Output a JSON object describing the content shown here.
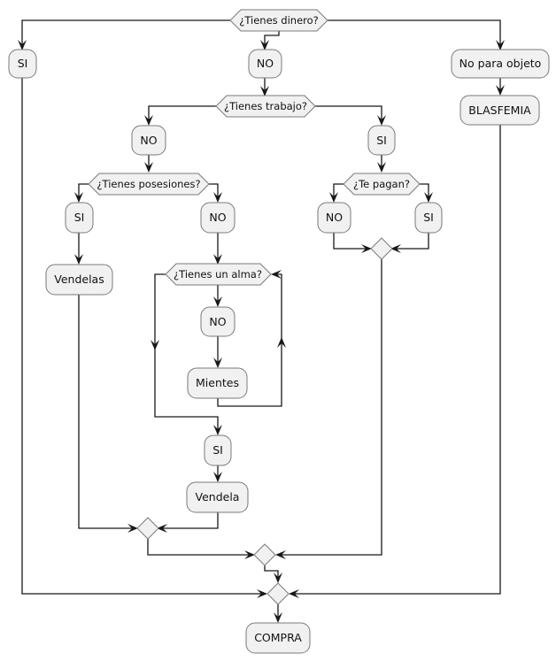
{
  "diagram": {
    "type": "activity-flowchart",
    "nodes": {
      "q_dinero": "¿Tienes dinero?",
      "dinero_si": "SI",
      "dinero_no": "NO",
      "dinero_otro": "No para objeto",
      "blasfemia": "BLASFEMIA",
      "q_trabajo": "¿Tienes trabajo?",
      "trabajo_no": "NO",
      "trabajo_si": "SI",
      "q_pagan": "¿Te pagan?",
      "pagan_no": "NO",
      "pagan_si": "SI",
      "q_posesiones": "¿Tienes posesiones?",
      "posesiones_si": "SI",
      "posesiones_no": "NO",
      "vendelas": "Vendelas",
      "q_alma": "¿Tienes un alma?",
      "alma_no": "NO",
      "mientes": "Mientes",
      "alma_si": "SI",
      "vendela": "Vendela",
      "compra": "COMPRA"
    },
    "edges": [
      [
        "q_dinero",
        "dinero_si"
      ],
      [
        "q_dinero",
        "dinero_no"
      ],
      [
        "q_dinero",
        "dinero_otro"
      ],
      [
        "dinero_otro",
        "blasfemia"
      ],
      [
        "dinero_no",
        "q_trabajo"
      ],
      [
        "q_trabajo",
        "trabajo_no"
      ],
      [
        "q_trabajo",
        "trabajo_si"
      ],
      [
        "trabajo_si",
        "q_pagan"
      ],
      [
        "q_pagan",
        "pagan_no"
      ],
      [
        "q_pagan",
        "pagan_si"
      ],
      [
        "pagan_no",
        "merge_pagan"
      ],
      [
        "pagan_si",
        "merge_pagan"
      ],
      [
        "trabajo_no",
        "q_posesiones"
      ],
      [
        "q_posesiones",
        "posesiones_si"
      ],
      [
        "q_posesiones",
        "posesiones_no"
      ],
      [
        "posesiones_si",
        "vendelas"
      ],
      [
        "posesiones_no",
        "q_alma"
      ],
      [
        "q_alma",
        "alma_no"
      ],
      [
        "alma_no",
        "mientes"
      ],
      [
        "mientes",
        "q_alma"
      ],
      [
        "q_alma",
        "alma_si"
      ],
      [
        "alma_si",
        "vendela"
      ],
      [
        "vendelas",
        "merge_posesiones"
      ],
      [
        "vendela",
        "merge_posesiones"
      ],
      [
        "merge_posesiones",
        "merge_trabajo"
      ],
      [
        "merge_pagan",
        "merge_trabajo"
      ],
      [
        "merge_trabajo",
        "merge_dinero"
      ],
      [
        "dinero_si",
        "merge_dinero"
      ],
      [
        "blasfemia",
        "merge_dinero"
      ],
      [
        "merge_dinero",
        "compra"
      ]
    ]
  }
}
